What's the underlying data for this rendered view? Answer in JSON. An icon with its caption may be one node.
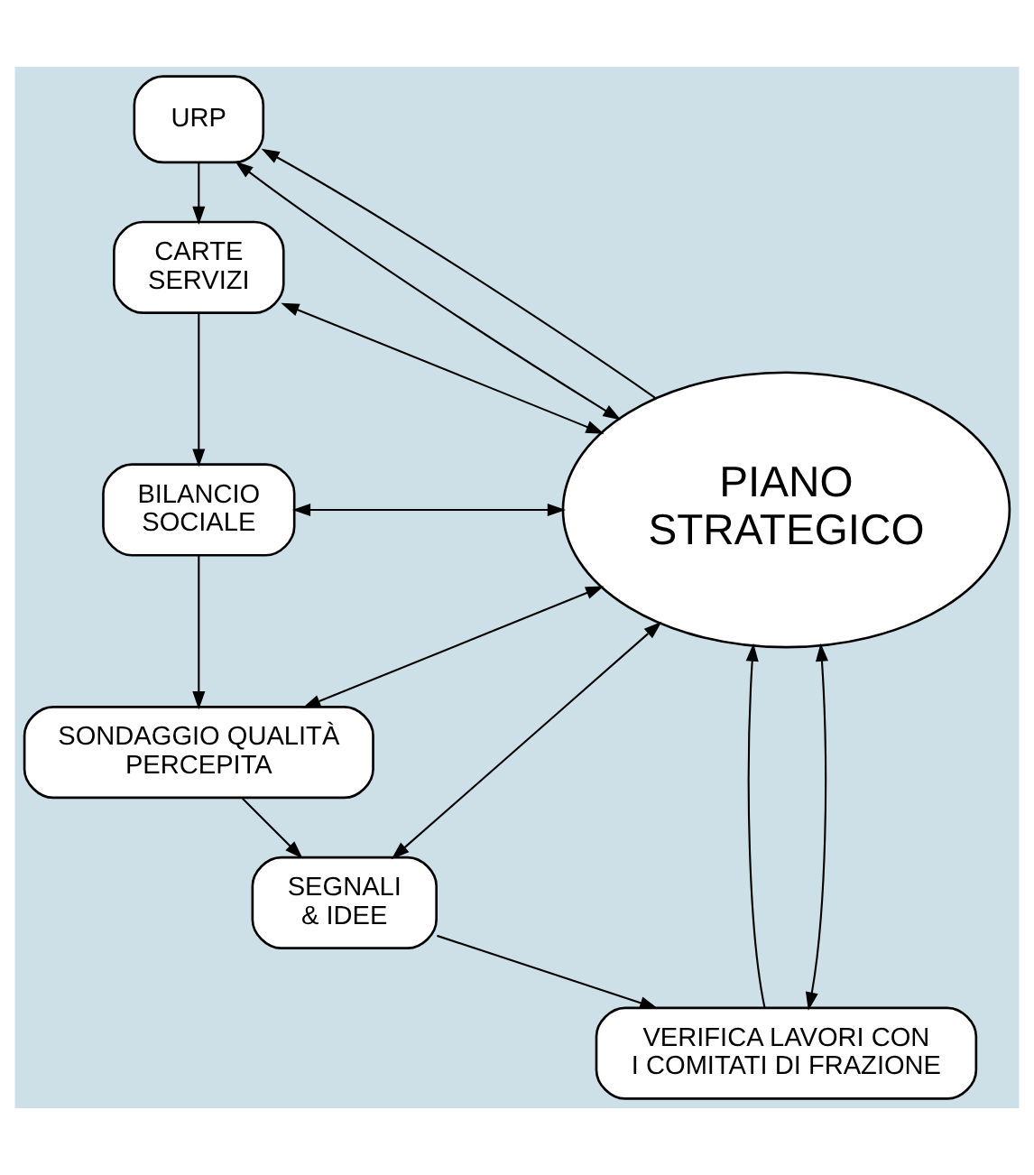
{
  "diagram": {
    "nodes": [
      {
        "text": [
          "URP"
        ]
      },
      {
        "text": [
          "CARTE SERVIZI"
        ]
      },
      {
        "text": [
          "BILANCIO SOCIALE"
        ]
      },
      {
        "text": [
          "SONDAGGIO QUALITÀ PERCEPITA"
        ]
      },
      {
        "text": [
          "SEGNALI & IDEE"
        ]
      },
      {
        "text": [
          "VERIFICA LAVORI CON I COMITATI DI FRAZIONE"
        ]
      },
      {
        "text": [
          "PIANO STRATEGICO"
        ]
      }
    ],
    "edges": [
      {
        "from": 0,
        "to": 1,
        "arrow": "to"
      },
      {
        "from": 1,
        "to": 2,
        "arrow": "to"
      },
      {
        "from": 2,
        "to": 3,
        "arrow": "to"
      },
      {
        "from": 3,
        "to": 4,
        "arrow": "to"
      },
      {
        "from": 4,
        "to": 5,
        "arrow": "to"
      },
      {
        "from": 5,
        "to": 6,
        "arrow": "to"
      },
      {
        "from": 6,
        "to": 0,
        "arrow": "to"
      },
      {
        "from": 0,
        "to": 6,
        "arrow": "both"
      },
      {
        "from": 1,
        "to": 6,
        "arrow": "both"
      },
      {
        "from": 2,
        "to": 6,
        "arrow": "both"
      },
      {
        "from": 3,
        "to": 6,
        "arrow": "both"
      },
      {
        "from": 4,
        "to": 6,
        "arrow": "both"
      },
      {
        "from": 5,
        "to": 6,
        "arrow": "both"
      }
    ]
  }
}
